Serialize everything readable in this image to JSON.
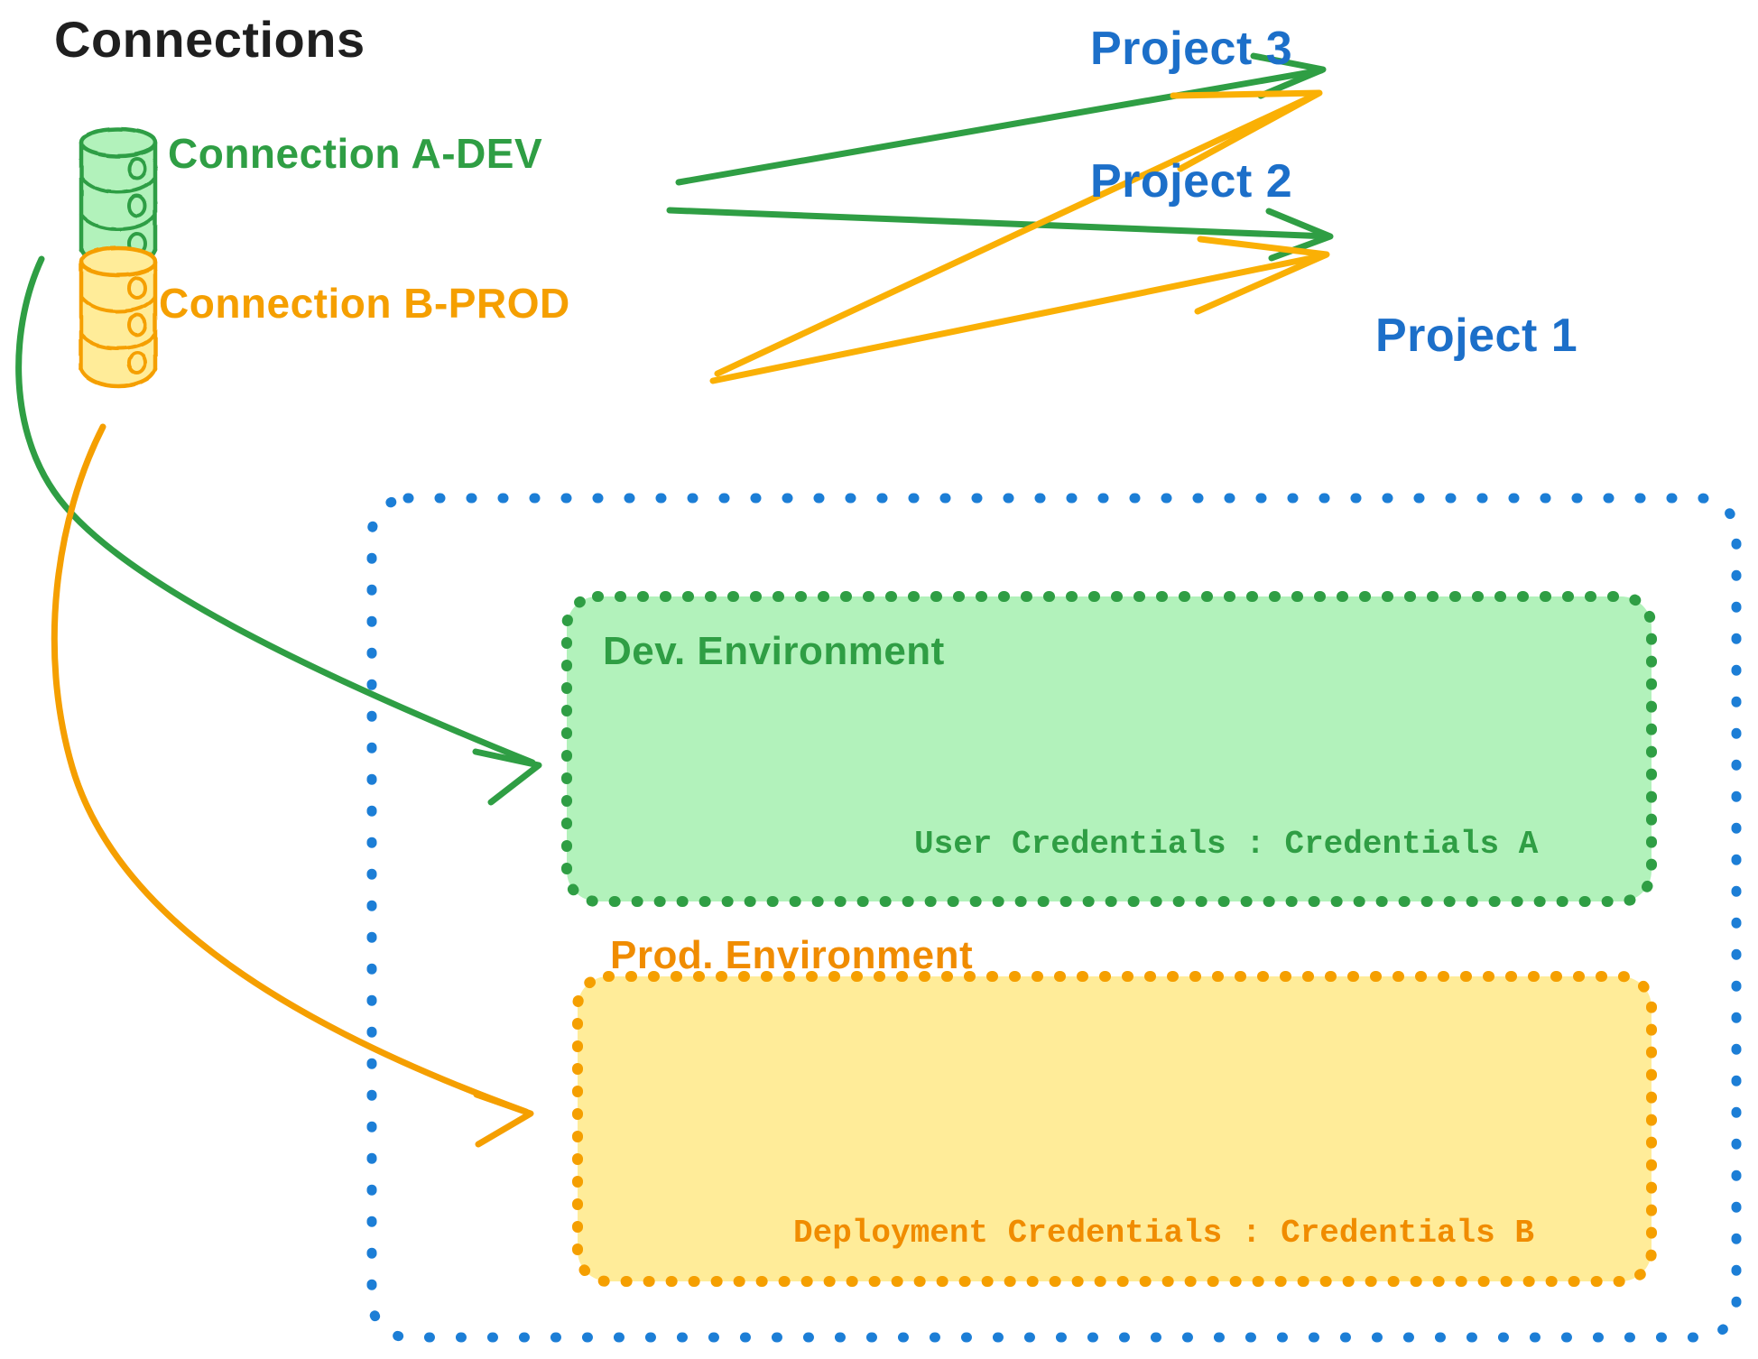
{
  "diagram": {
    "title": "Connections",
    "title_color": "#1f1f1f",
    "background": "#ffffff"
  },
  "connections": [
    {
      "id": "connection-a-dev",
      "label": "Connection A-DEV",
      "color": "#2f9e44",
      "fill": "#b2f2bb",
      "icon": "database-cylinder-icon",
      "targets": [
        "Project 3",
        "Project 2",
        "Dev. Environment"
      ]
    },
    {
      "id": "connection-b-prod",
      "label": "Connection B-PROD",
      "color": "#f59f00",
      "fill": "#ffec99",
      "icon": "database-cylinder-icon",
      "targets": [
        "Project 3",
        "Project 2",
        "Prod. Environment"
      ]
    }
  ],
  "projects": [
    {
      "id": "project-3",
      "label": "Project 3",
      "color": "#1c6fc9"
    },
    {
      "id": "project-2",
      "label": "Project 2",
      "color": "#1c6fc9"
    },
    {
      "id": "project-1",
      "label": "Project 1",
      "color": "#1c6fc9"
    }
  ],
  "project_1_container": {
    "label": "Project 1",
    "border_color": "#1c7ed6",
    "border_style": "dotted",
    "environments": [
      {
        "id": "dev-environment",
        "title": "Dev. Environment",
        "credential_label": "User Credentials",
        "credential_separator": ":",
        "credential_value": "Credentials A",
        "credential_text": "User Credentials : Credentials A",
        "fill": "#b2f2bb",
        "border_color": "#2f9e44",
        "text_color": "#2f9e44",
        "border_style": "dotted"
      },
      {
        "id": "prod-environment",
        "title": "Prod. Environment",
        "credential_label": "Deployment Credentials",
        "credential_separator": ":",
        "credential_value": "Credentials B",
        "credential_text": "Deployment Credentials : Credentials B",
        "fill": "#ffec99",
        "border_color": "#f59f00",
        "text_color": "#f08c00",
        "border_style": "dotted"
      }
    ]
  },
  "arrows": [
    {
      "id": "arrow-a-dev-to-project-3",
      "from": "Connection A-DEV",
      "to": "Project 3",
      "color": "#2f9e44"
    },
    {
      "id": "arrow-a-dev-to-project-2",
      "from": "Connection A-DEV",
      "to": "Project 2",
      "color": "#2f9e44"
    },
    {
      "id": "arrow-a-dev-to-dev-environment",
      "from": "Connection A-DEV",
      "to": "Dev. Environment",
      "color": "#2f9e44"
    },
    {
      "id": "arrow-b-prod-to-project-3",
      "from": "Connection B-PROD",
      "to": "Project 3",
      "color": "#fab005"
    },
    {
      "id": "arrow-b-prod-to-project-2",
      "from": "Connection B-PROD",
      "to": "Project 2",
      "color": "#fab005"
    },
    {
      "id": "arrow-b-prod-to-prod-environment",
      "from": "Connection B-PROD",
      "to": "Prod. Environment",
      "color": "#f59f00"
    }
  ]
}
